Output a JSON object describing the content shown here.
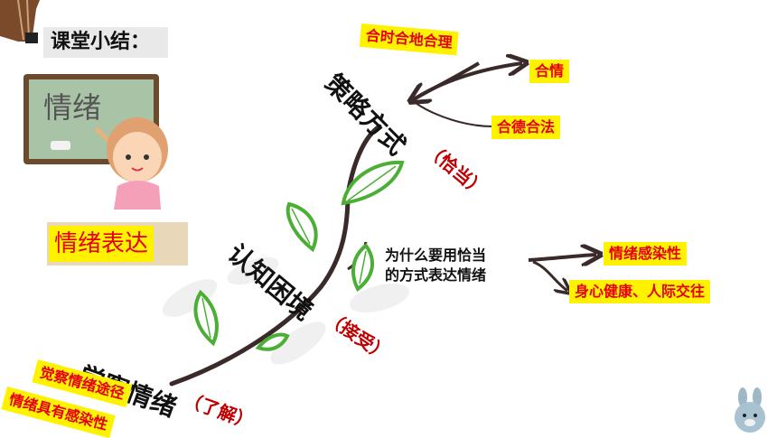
{
  "summary_title": "课堂小结：",
  "board_text": "情绪",
  "expression_label": "情绪表达",
  "stages": {
    "perceive": {
      "label": "觉察情绪",
      "paren": "（了解）"
    },
    "cognize": {
      "label": "认知困境",
      "paren": "（接受）"
    },
    "strategy": {
      "label": "策略方式",
      "paren": "（恰当）"
    }
  },
  "perceive_items": [
    "觉察情绪途径",
    "情绪具有感染性"
  ],
  "question": {
    "line1": "为什么要用恰当",
    "line2": "的方式表达情绪"
  },
  "question_answers": [
    "情绪感染性",
    "身心健康、人际交往"
  ],
  "strategy_items": {
    "top": "合时合地合理",
    "right": "合情",
    "bottom": "合德合法"
  },
  "colors": {
    "red": "#e60012",
    "yellow": "#fff200",
    "leaf_green": "#4caf35",
    "branch": "#3a2a2a"
  }
}
